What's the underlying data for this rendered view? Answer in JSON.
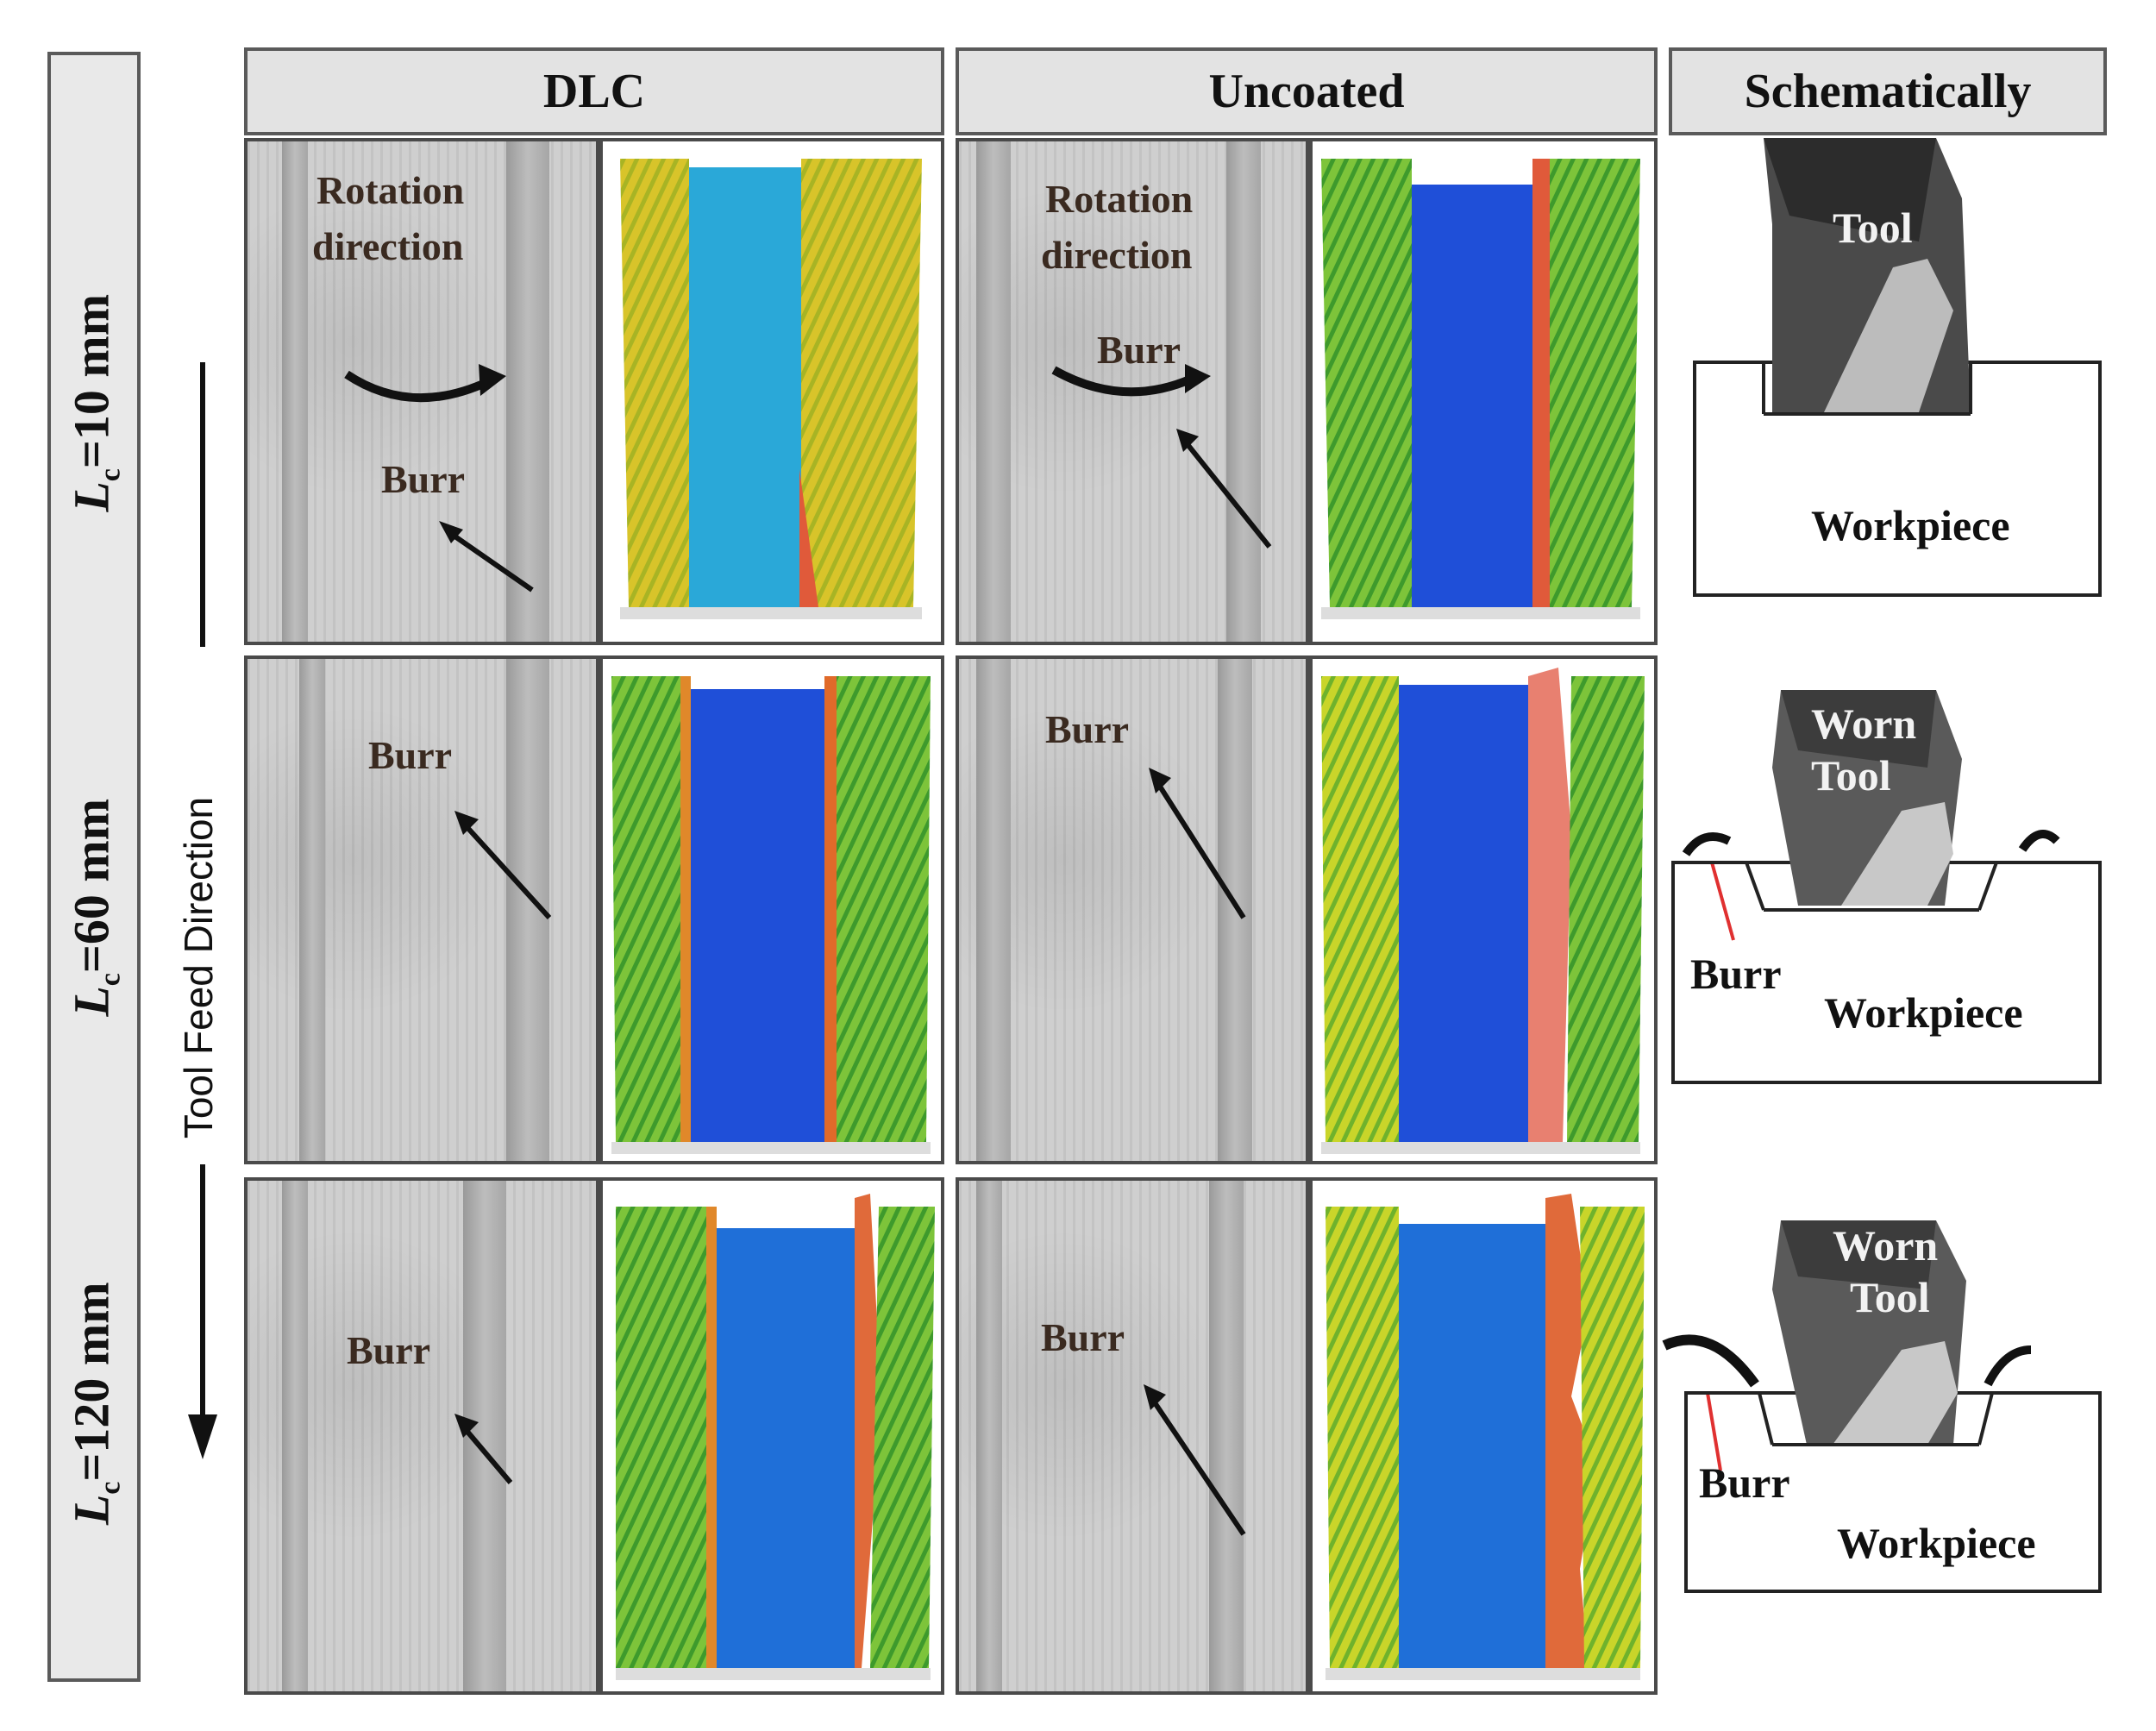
{
  "headers": {
    "dlc": "DLC",
    "uncoated": "Uncoated",
    "schematic": "Schematically"
  },
  "rows": [
    {
      "label_main": "L",
      "label_sub": "c",
      "label_rest": "=10 mm"
    },
    {
      "label_main": "L",
      "label_sub": "c",
      "label_rest": "=60 mm"
    },
    {
      "label_main": "L",
      "label_sub": "c",
      "label_rest": "=120 mm"
    }
  ],
  "feed_direction": "Tool Feed Direction",
  "sem_labels": {
    "rotation_line1": "Rotation",
    "rotation_line2": "direction",
    "burr": "Burr"
  },
  "schematic_labels": {
    "tool": "Tool",
    "worn_line1": "Worn",
    "worn_line2": "Tool",
    "workpiece": "Workpiece",
    "burr": "Burr"
  },
  "colors": {
    "map_blue": "#1f4fd8",
    "map_cyan": "#2aa8d8",
    "map_green": "#5fc23a",
    "map_yellow": "#d9d52a",
    "map_red": "#e05a3a"
  }
}
